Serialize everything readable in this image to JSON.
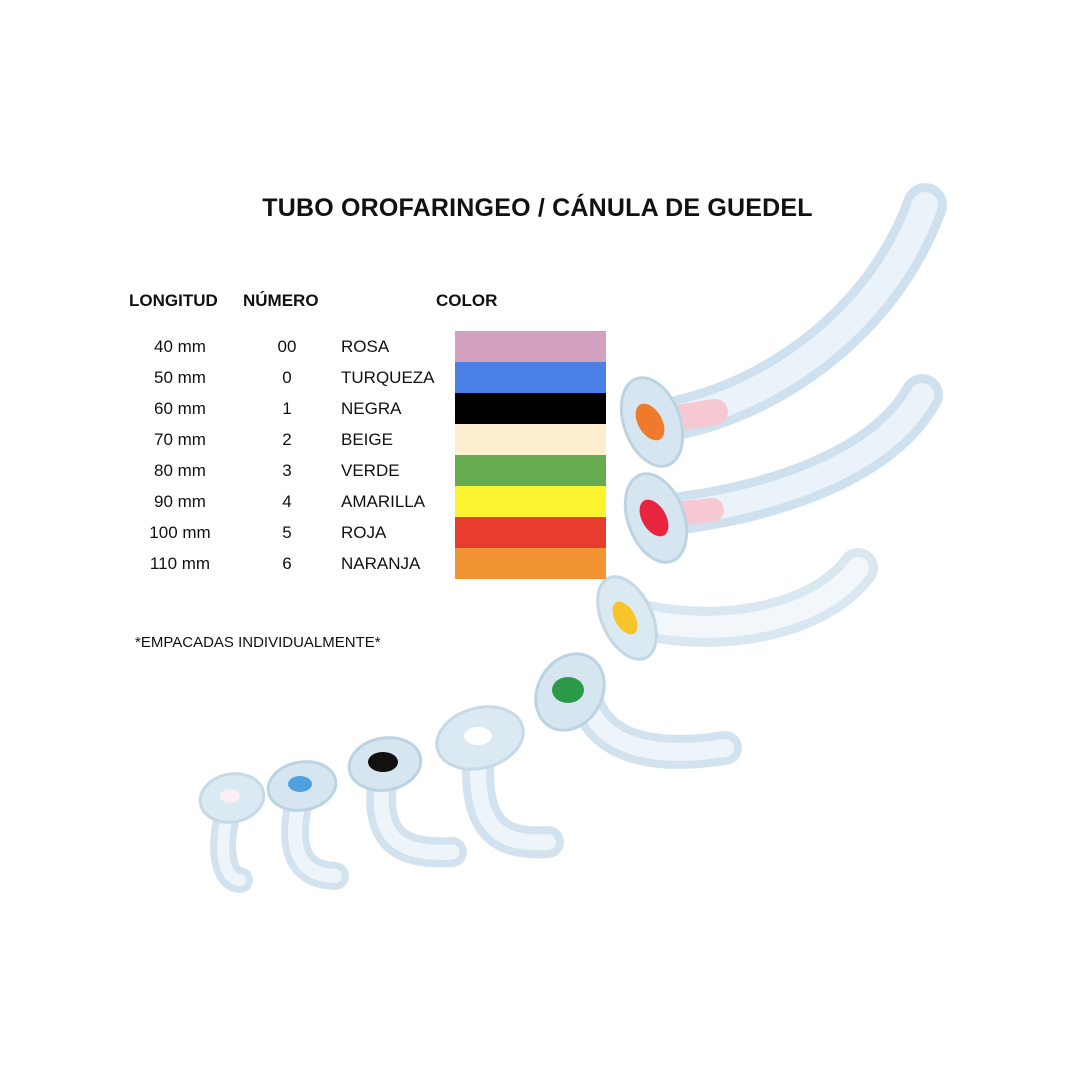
{
  "title": "TUBO OROFARINGEO / CÁNULA DE GUEDEL",
  "headers": {
    "longitud": "LONGITUD",
    "numero": "NÚMERO",
    "color": "COLOR"
  },
  "rows": [
    {
      "longitud": "40 mm",
      "numero": "00",
      "color": "ROSA",
      "hex": "#d4a2c0"
    },
    {
      "longitud": "50 mm",
      "numero": "0",
      "color": "TURQUEZA",
      "hex": "#4a80e6"
    },
    {
      "longitud": "60 mm",
      "numero": "1",
      "color": "NEGRA",
      "hex": "#000000"
    },
    {
      "longitud": "70 mm",
      "numero": "2",
      "color": "BEIGE",
      "hex": "#fdeecf"
    },
    {
      "longitud": "80 mm",
      "numero": "3",
      "color": "VERDE",
      "hex": "#67ab50"
    },
    {
      "longitud": "90 mm",
      "numero": "4",
      "color": "AMARILLA",
      "hex": "#fdf230"
    },
    {
      "longitud": "100 mm",
      "numero": "5",
      "color": "ROJA",
      "hex": "#e83c2e"
    },
    {
      "longitud": "110 mm",
      "numero": "6",
      "color": "NARANJA",
      "hex": "#f29433"
    }
  ],
  "note": "*EMPACADAS INDIVIDUALMENTE*"
}
